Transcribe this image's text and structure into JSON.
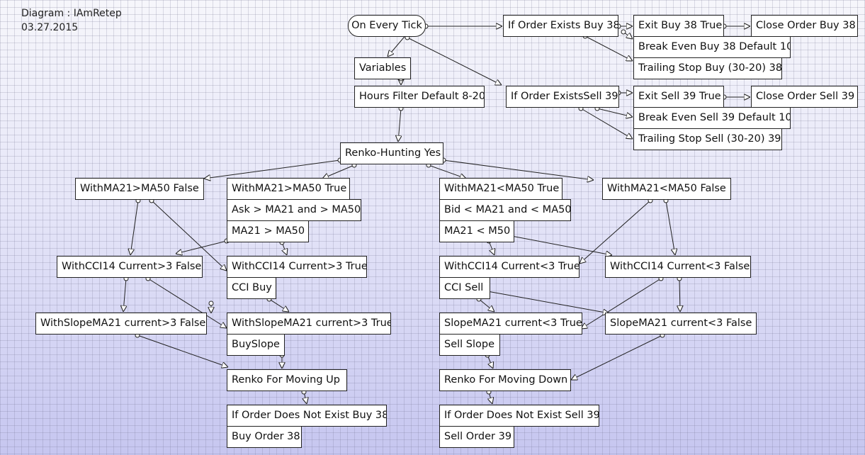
{
  "header": {
    "title": "Diagram : IAmRetep",
    "date": "03.27.2015"
  },
  "nodes": {
    "on_every_tick": "On Every Tick",
    "variables": "Variables",
    "hours_filter": "Hours Filter Default 8-20",
    "if_order_exists_buy": "If Order Exists Buy 38",
    "exit_buy": "Exit Buy 38 True",
    "close_order_buy": "Close Order Buy 38",
    "break_even_buy": "Break Even Buy 38 Default 10",
    "trailing_stop_buy": "Trailing Stop Buy (30-20) 38",
    "if_order_exists_sell": "If Order ExistsSell 39",
    "exit_sell": "Exit Sell 39 True",
    "close_order_sell": "Close Order Sell 39",
    "break_even_sell": "Break Even Sell 39 Default 10",
    "trailing_stop_sell": "Trailing Stop Sell (30-20) 39",
    "renko_hunting": "Renko-Hunting Yes",
    "ma_gt_false": "WithMA21>MA50 False",
    "ma_gt_true": "WithMA21>MA50 True",
    "ask_cond": "Ask > MA21 and > MA50",
    "ma21_gt_ma50": "MA21 > MA50",
    "ma_lt_true": "WithMA21<MA50 True",
    "bid_cond": "Bid < MA21 and < MA50",
    "ma21_lt_m50": "MA21 < M50",
    "ma_lt_false": "WithMA21<MA50 False",
    "cci_gt_false": "WithCCI14 Current>3 False",
    "cci_gt_true": "WithCCI14 Current>3 True",
    "cci_buy": "CCI Buy",
    "cci_lt_true": "WithCCI14 Current<3 True",
    "cci_sell": "CCI Sell",
    "cci_lt_false": "WithCCI14 Current<3 False",
    "slope_gt_false": "WithSlopeMA21 current>3 False",
    "slope_gt_true": "WithSlopeMA21 current>3 True",
    "buy_slope": "BuySlope",
    "slope_lt_true": "SlopeMA21 current<3 True",
    "sell_slope": "Sell Slope",
    "slope_lt_false": "SlopeMA21 current<3  False",
    "renko_up": "Renko For  Moving Up",
    "renko_down": "Renko For Moving Down",
    "no_order_buy": "If Order Does Not Exist Buy 38",
    "buy_order": "Buy Order 38",
    "no_order_sell": "If Order Does Not Exist Sell 39",
    "sell_order": "Sell Order 39"
  }
}
